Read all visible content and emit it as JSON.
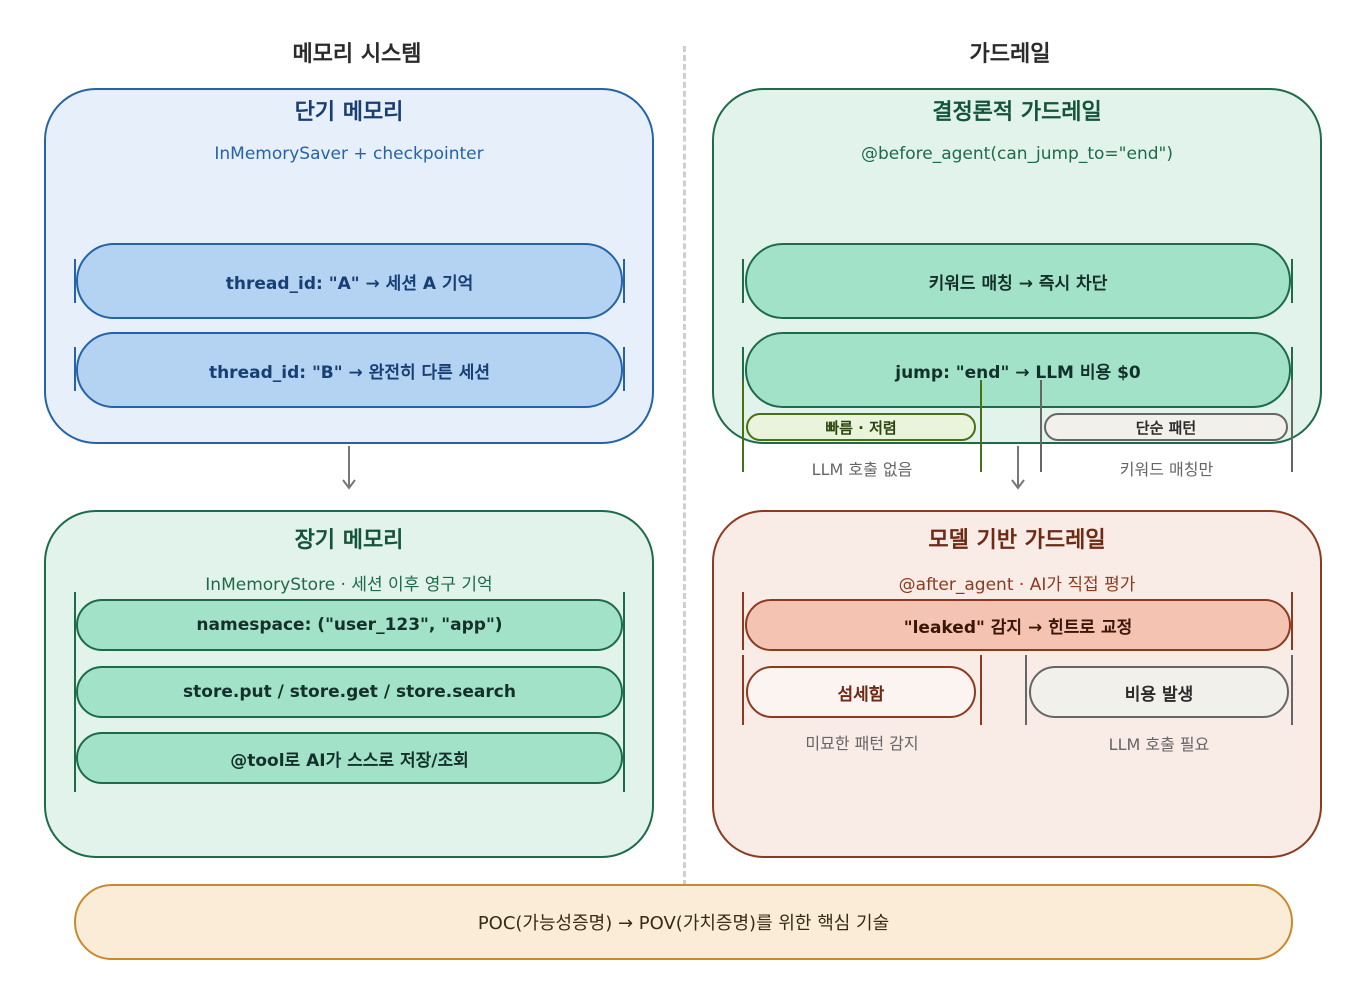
{
  "columns": {
    "memory": {
      "title": "메모리 시스템"
    },
    "guardrail": {
      "title": "가드레일"
    }
  },
  "short_term": {
    "title": "단기 메모리",
    "subtitle": "InMemorySaver + checkpointer",
    "items": [
      "thread_id: \"A\" → 세션 A 기억",
      "thread_id: \"B\" → 완전히 다른 세션"
    ]
  },
  "long_term": {
    "title": "장기 메모리",
    "subtitle": "InMemoryStore · 세션 이후 영구 기억",
    "items": [
      "namespace: (\"user_123\", \"app\")",
      "store.put / store.get / store.search",
      "@tool로 AI가 스스로 저장/조회"
    ]
  },
  "deterministic": {
    "title": "결정론적 가드레일",
    "subtitle": "@before_agent(can_jump_to=\"end\")",
    "items": [
      "키워드 매칭 → 즉시 차단",
      "jump: \"end\" → LLM 비용 $0"
    ],
    "pro": {
      "label": "빠름 · 저렴",
      "note": "LLM 호출 없음"
    },
    "con": {
      "label": "단순 패턴",
      "note": "키워드 매칭만"
    }
  },
  "model_based": {
    "title": "모델 기반 가드레일",
    "subtitle": "@after_agent · AI가 직접 평가",
    "items": [
      "\"leaked\" 감지 → 힌트로 교정"
    ],
    "pro": {
      "label": "섬세함",
      "note": "미묘한 패턴 감지"
    },
    "con": {
      "label": "비용 발생",
      "note": "LLM 호출 필요"
    }
  },
  "footer": {
    "text": "POC(가능성증명) → POV(가치증명)를 위한 핵심 기술"
  },
  "colors": {
    "blue_border": "#2563a8",
    "blue_fill": "#e7f0fa",
    "blue_pill": "#b4d3f2",
    "green_border": "#1d6b4a",
    "green_fill": "#e2f3ec",
    "green_pill": "#a2e2c8",
    "red_border": "#8c3b20",
    "red_fill": "#f9ebe6",
    "red_pill": "#f4c3b2",
    "olive_border": "#4a7014",
    "olive_fill": "#eaf4dc",
    "gray_border": "#666666",
    "gray_fill": "#f2f0eb",
    "footer_border": "#c98a2b",
    "footer_fill": "#fbecd8"
  }
}
